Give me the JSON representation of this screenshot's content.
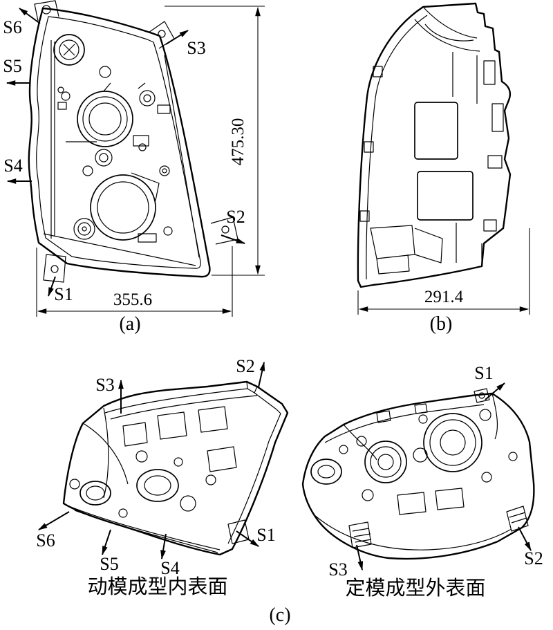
{
  "figure": {
    "panel_labels": {
      "a": "(a)",
      "b": "(b)",
      "c": "(c)"
    },
    "dimensions": {
      "front_height": "475.30",
      "front_width": "355.6",
      "side_depth": "291.4"
    },
    "surface_labels": {
      "s1": "S1",
      "s2": "S2",
      "s3": "S3",
      "s4": "S4",
      "s5": "S5",
      "s6": "S6"
    },
    "captions": {
      "moving_mold_inner": "动模成型内表面",
      "fixed_mold_outer": "定模成型外表面"
    }
  }
}
